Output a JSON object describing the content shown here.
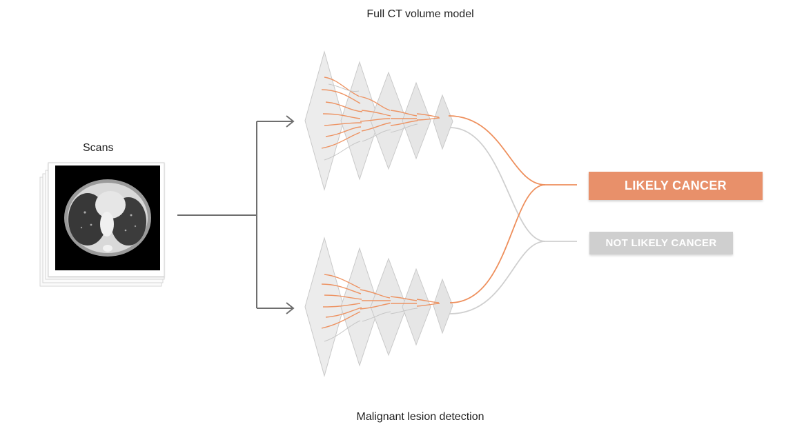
{
  "labels": {
    "top_model": "Full CT volume model",
    "bottom_model": "Malignant lesion detection",
    "scans": "Scans"
  },
  "outputs": {
    "positive": "LIKELY CANCER",
    "negative": "NOT LIKELY CANCER"
  },
  "colors": {
    "accent_orange": "#e8906a",
    "neutral_gray": "#cfcfcf",
    "layer_fill": "#ececec",
    "connector": "#6e6e6e"
  }
}
